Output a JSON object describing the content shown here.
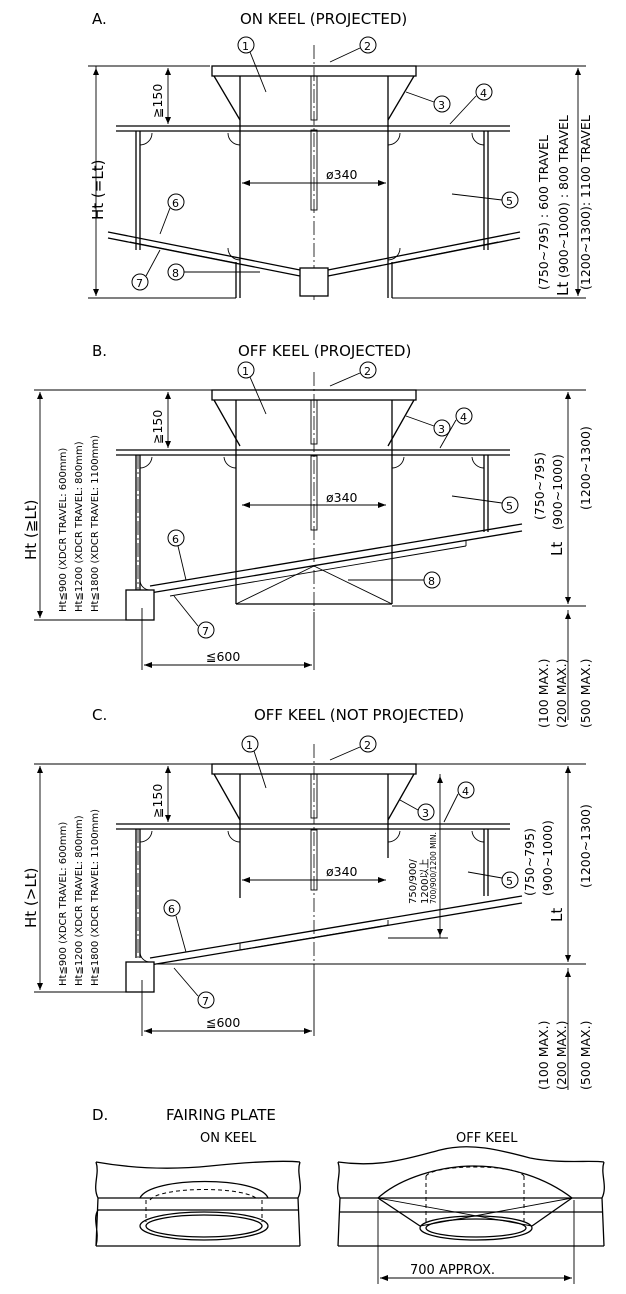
{
  "sections": {
    "a": {
      "letter": "A.",
      "title": "ON KEEL (PROJECTED)"
    },
    "b": {
      "letter": "B.",
      "title": "OFF KEEL (PROJECTED)"
    },
    "c": {
      "letter": "C.",
      "title": "OFF KEEL (NOT PROJECTED)"
    },
    "d": {
      "letter": "D.",
      "title": "FAIRING PLATE",
      "left": "ON KEEL",
      "right": "OFF KEEL"
    }
  },
  "balloons": [
    "1",
    "2",
    "3",
    "4",
    "5",
    "6",
    "7",
    "8"
  ],
  "dims": {
    "diameter": "ø340",
    "min150": "≧150",
    "max600": "≦600",
    "approx700": "700 APPROX.",
    "ht_eq": "Ht (=Lt)",
    "ht_ge": "Ht (≧Lt)",
    "ht_gt": "Ht (>Lt)",
    "lt": "Lt",
    "r750": "(750~795)",
    "r900": "(900~1000)",
    "r1200": "(1200~1300)",
    "travel_a1": "(750~795) : 600 TRAVEL",
    "travel_a2": "(900~1000) : 800 TRAVEL",
    "travel_a3": "(1200~1300): 1100 TRAVEL",
    "lt_a": "Lt",
    "ht900": "Ht≦900 (XDCR TRAVEL: 600mm)",
    "ht1200": "Ht≦1200 (XDCR TRAVEL: 800mm)",
    "ht1800": "Ht≦1800 (XDCR TRAVEL: 1100mm)",
    "max100": "(100 MAX.)",
    "max200": "(200 MAX.)",
    "max500": "(500 MAX.)",
    "c_note1": "750/900/",
    "c_note2": "1200以上",
    "c_note3": "700/900/1200 MIN."
  }
}
